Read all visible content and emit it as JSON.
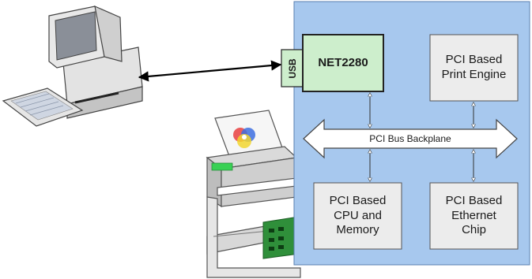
{
  "labels": {
    "usb": "USB",
    "net2280": "NET2280",
    "print_engine": "PCI Based\nPrint Engine",
    "bus": "PCI Bus Backplane",
    "cpu_memory": "PCI Based\nCPU and\nMemory",
    "ethernet": "PCI Based\nEthernet\nChip"
  },
  "colors": {
    "panel": "#a7c8ee",
    "net2280_box": "#cdeecc",
    "box": "#ececec",
    "bus_arrow": "#ffffff"
  },
  "icons": [
    "desktop-computer-icon",
    "printer-icon",
    "color-wheel-icon",
    "circuit-board-icon"
  ]
}
